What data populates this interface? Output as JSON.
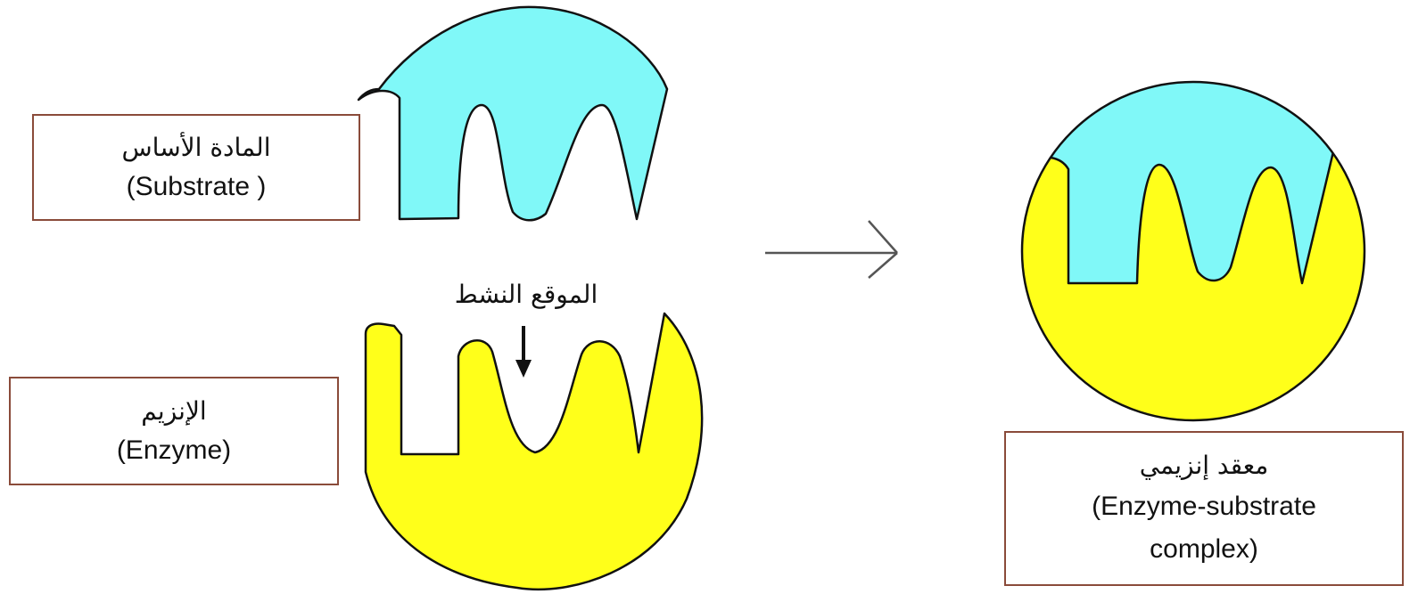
{
  "diagram": {
    "substrate": {
      "arabic": "المادة الأساس",
      "english": "(Substrate )",
      "color": "#80f8f8"
    },
    "enzyme": {
      "arabic": "الإنزيم",
      "english": "(Enzyme)",
      "color": "#ffff1a"
    },
    "active_site": {
      "arabic": "الموقع النشط"
    },
    "complex": {
      "arabic": "معقد إنزيمي",
      "english_line1": "(Enzyme-substrate",
      "english_line2": "complex)"
    },
    "colors": {
      "outline": "#111111",
      "box_border": "#8a4b3a",
      "arrow": "#555555"
    }
  }
}
